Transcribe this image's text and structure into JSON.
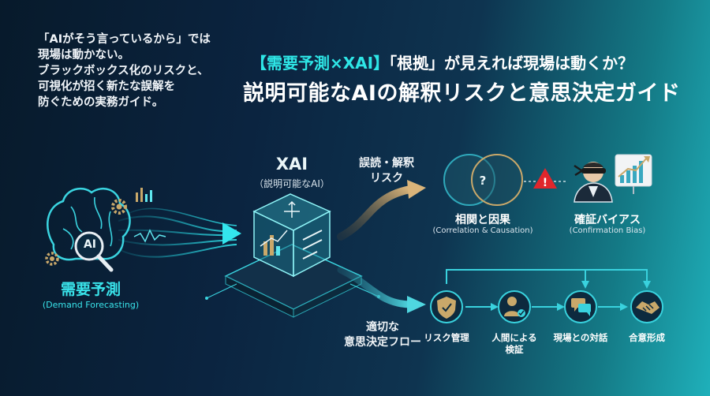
{
  "intro": {
    "lines": [
      "「AIがそう言っているから」では",
      "現場は動かない。",
      "ブラックボックス化のリスクと、",
      "可視化が招く新たな誤解を",
      "防ぐための実務ガイド。"
    ]
  },
  "title": {
    "line1_highlight": "【需要予測×XAI】",
    "line1_rest": "「根拠」が見えれば現場は動くか？",
    "line2": "説明可能なAIの解釈リスクと意思決定ガイド"
  },
  "left": {
    "icon_label": "AI",
    "title": "需要予測",
    "subtitle": "(Demand Forecasting)"
  },
  "xai": {
    "title": "XAI",
    "subtitle": "（説明可能なAI）"
  },
  "risk_path": {
    "label_line1": "誤読・解釈",
    "label_line2": "リスク",
    "item1_title": "相関と因果",
    "item1_sub": "(Correlation & Causation)",
    "item1_symbol": "?",
    "warning_symbol": "!",
    "item2_title": "確証バイアス",
    "item2_sub": "(Confirmation Bias)"
  },
  "decision_path": {
    "label_line1": "適切な",
    "label_line2": "意思決定フロー",
    "steps": [
      {
        "line1": "リスク管理",
        "line2": ""
      },
      {
        "line1": "人間による",
        "line2": "検証"
      },
      {
        "line1": "現場との対話",
        "line2": ""
      },
      {
        "line1": "合意形成",
        "line2": ""
      }
    ]
  },
  "colors": {
    "accent": "#39e3ea",
    "warning": "#e0262c",
    "arrow_gold": "#c7a36a"
  }
}
